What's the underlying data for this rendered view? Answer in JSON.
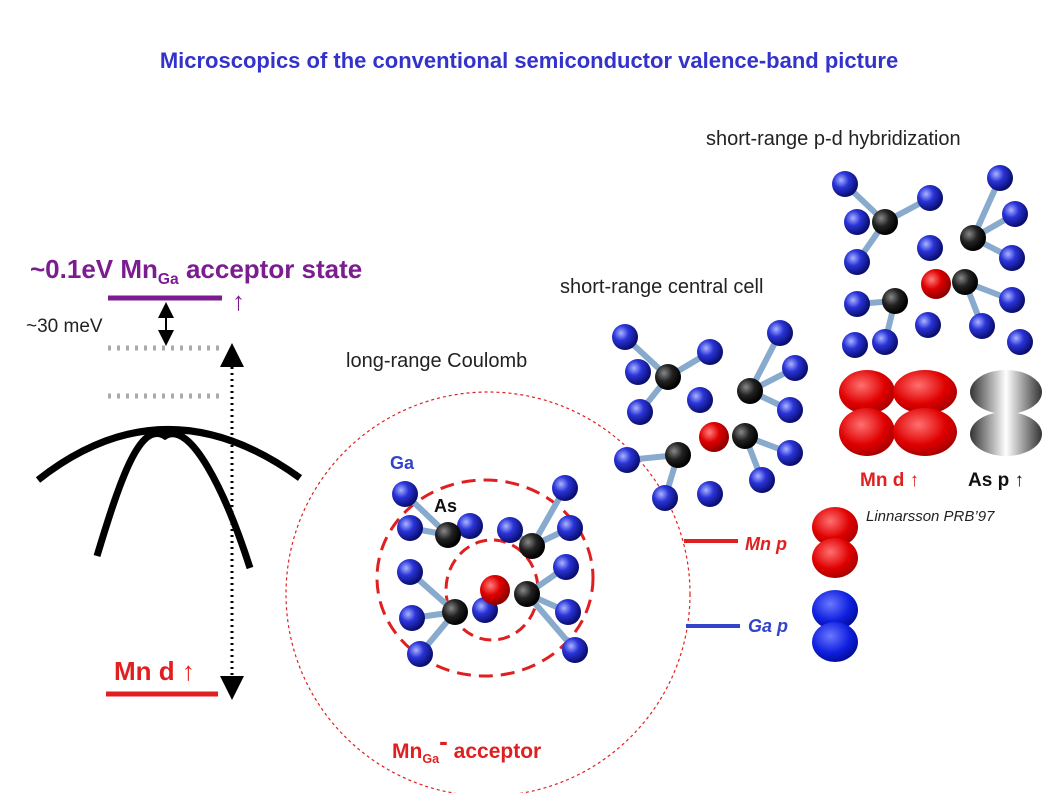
{
  "title": "Microscopics of the conventional semiconductor valence-band picture",
  "labels": {
    "hybridization": "short-range p-d hybridization",
    "central_cell": "short-range central cell",
    "coulomb": "long-range Coulomb",
    "acceptor_state_prefix": "~0.1eV Mn",
    "acceptor_state_sub": "Ga",
    "acceptor_state_suffix": "acceptor state",
    "meV": "~30 meV",
    "mn_d_main": "Mn d",
    "ga": "Ga",
    "as": "As",
    "mn_p": "Mn p",
    "ga_p": "Ga p",
    "mn_d_orb": "Mn d",
    "as_p": "As p",
    "citation": "Linnarsson PRB’97",
    "acceptor_prefix": "Mn",
    "acceptor_sub": "Ga",
    "acceptor_sup": "-",
    "acceptor_suffix": "acceptor",
    "spin_arrow": "↑"
  },
  "colors": {
    "title": "#3333cc",
    "acceptor_level": "#7b1d8f",
    "mn_red": "#e02020",
    "ga_blue": "#3344cc",
    "as_black": "#111111"
  }
}
